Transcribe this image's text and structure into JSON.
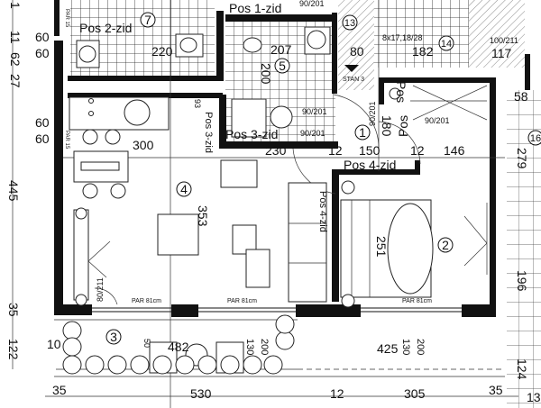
{
  "plan": {
    "rooms": [
      {
        "number": "1"
      },
      {
        "number": "2"
      },
      {
        "number": "3"
      },
      {
        "number": "4"
      },
      {
        "number": "5"
      },
      {
        "number": "7"
      },
      {
        "number": "13"
      },
      {
        "number": "14"
      },
      {
        "number": "16"
      }
    ],
    "wall_labels": {
      "pos1": "Pos 1-zid",
      "pos2": "Pos 2-zid",
      "pos3": "Pos 3-zid",
      "pos4": "Pos 4-zid",
      "pos_vertical_a": "Pos 3-zid",
      "pos_vertical_b": "Pos",
      "pos_vertical_c": "Pos 4-zid",
      "pos_vertical_d": "Pos"
    },
    "openings": {
      "top_door": "90/201",
      "bath_door": "90/201",
      "hall_door": "90/201",
      "closet_door": "90/201",
      "entry_door": "90/201",
      "stair_door": "100/211",
      "balcony_door": "80/211",
      "par1": "PAR 81cm",
      "par2": "PAR 81cm",
      "par3": "PAR 81cm",
      "par_side_a": "PAR 15",
      "par_side_b": "PAR 15"
    },
    "stairs": {
      "spec": "8x17,18/28",
      "level": "STAN 3"
    },
    "dimensions": {
      "top_220": "220",
      "top_207": "207",
      "bath_200": "200",
      "top_80": "80",
      "top_182": "182",
      "top_117": "117",
      "right_58": "58",
      "right_279": "279",
      "mid_300": "300",
      "mid_230": "230",
      "mid_12a": "12",
      "mid_150": "150",
      "mid_12b": "12",
      "mid_146": "146",
      "v_180": "180",
      "v_353": "353",
      "v_251": "251",
      "v_196": "196",
      "v_93": "93",
      "left_1": "1",
      "left_11": "11",
      "left_62": "62",
      "left_27": "27",
      "left_445": "445",
      "left_35": "35",
      "left_122": "122",
      "h60a": "60",
      "h60b": "60",
      "h60c": "60",
      "h60d": "60",
      "terr_10": "10",
      "terr_50": "50",
      "terr_482": "482",
      "terr_130a": "130",
      "terr_200a": "200",
      "terr_130b": "130",
      "terr_200b": "200",
      "terr_425": "425",
      "right_124": "124",
      "bot_35a": "35",
      "bot_530": "530",
      "bot_12": "12",
      "bot_305": "305",
      "bot_35b": "35",
      "bot_13": "13"
    }
  }
}
